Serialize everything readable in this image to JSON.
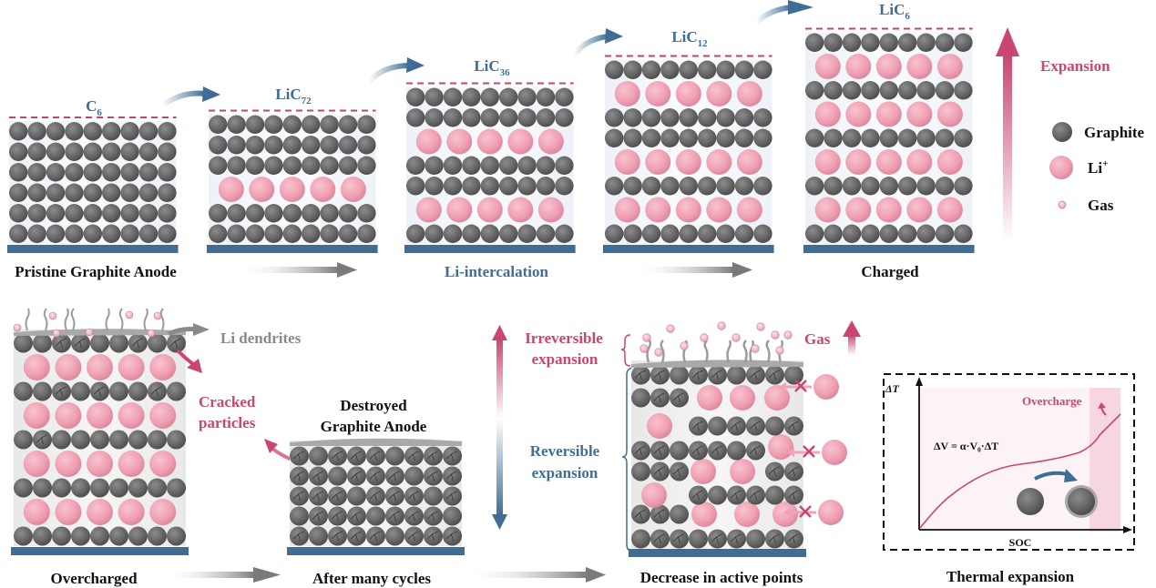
{
  "colors": {
    "graphite": "#6b6b6b",
    "lithium": "#f0a4b6",
    "current_collector": "#3f6d94",
    "accent_pink": "#c9466f",
    "accent_blue": "#3f6d94",
    "dendrite": "#9a9a9a"
  },
  "top_row": {
    "stages": [
      {
        "formula_base": "C",
        "formula_pre": "",
        "formula_sub": "6",
        "caption": "Pristine Graphite Anode",
        "layers": "GGGGGG"
      },
      {
        "formula_base": "C",
        "formula_pre": "Li",
        "formula_sub": "72",
        "caption": "",
        "layers": "GGGLGG"
      },
      {
        "formula_base": "C",
        "formula_pre": "Li",
        "formula_sub": "36",
        "caption": "Li-intercalation",
        "layers": "GGLGGLG"
      },
      {
        "formula_base": "C",
        "formula_pre": "Li",
        "formula_sub": "12",
        "caption": "",
        "layers": "GLGGLGLG"
      },
      {
        "formula_base": "C",
        "formula_pre": "Li",
        "formula_sub": "6",
        "caption": "Charged",
        "layers": "GLGLGLGLG"
      }
    ],
    "expansion_label": "Expansion"
  },
  "legend": [
    {
      "name": "Graphite",
      "symbol": "graphite"
    },
    {
      "name": "Li",
      "sup": "+",
      "symbol": "lithium"
    },
    {
      "name": "Gas",
      "symbol": "gas"
    }
  ],
  "bottom_row": {
    "overcharged": {
      "caption": "Overcharged",
      "dendrite_label": "Li dendrites",
      "cracked_label_1": "Cracked",
      "cracked_label_2": "particles"
    },
    "after_cycles": {
      "title_1": "Destroyed",
      "title_2": "Graphite Anode",
      "caption": "After many cycles"
    },
    "active_points": {
      "irreversible_1": "Irreversible",
      "irreversible_2": "expansion",
      "reversible_1": "Reversible",
      "reversible_2": "expansion",
      "gas_label": "Gas",
      "caption": "Decrease in active points"
    },
    "thermal": {
      "y_axis": "ΔT",
      "x_axis": "SOC",
      "equation": "ΔV = α·V₀·ΔT",
      "overcharge_label": "Overcharge",
      "caption": "Thermal expansion"
    }
  }
}
